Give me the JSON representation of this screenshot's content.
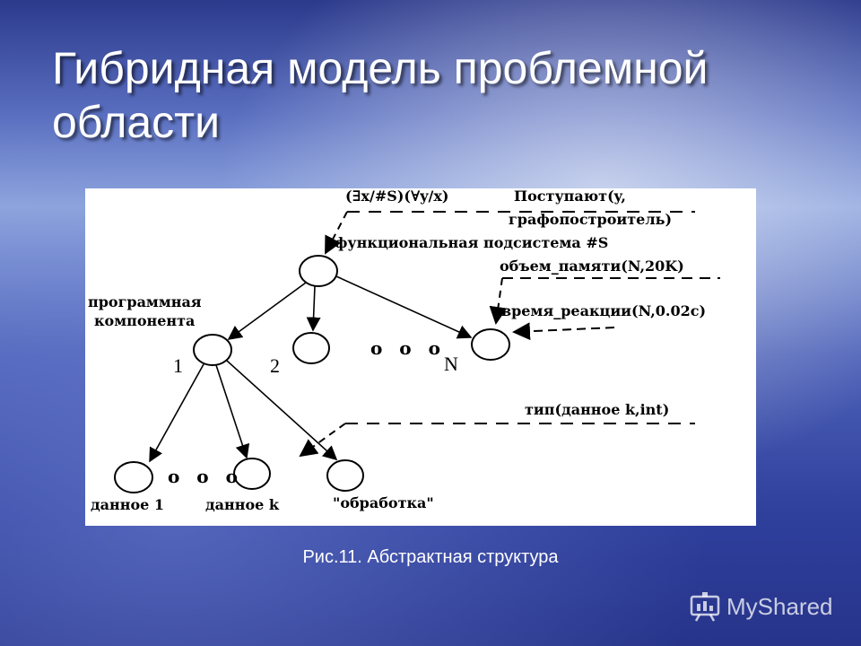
{
  "slide": {
    "title": "Гибридная модель проблемной области",
    "caption": "Рис.11. Абстрактная структура"
  },
  "diagram": {
    "quantifier": "(∃x/#S)(∀y/x)",
    "relation": "Поступают(y,",
    "relation_cont": "графопостроитель)",
    "subsystem": "функциональная подсистема #S",
    "memory": "объем_памяти(N,20K)",
    "reaction": "время_реакции(N,0.02c)",
    "component_line1": "программная",
    "component_line2": "компонента",
    "node_1": "1",
    "node_2": "2",
    "node_n": "N",
    "dots_top": "o o o",
    "dots_bottom": "o o o",
    "type": "тип(данное k,int)",
    "data_1": "данное 1",
    "data_k": "данное k",
    "processing": "\"обработка\""
  },
  "watermark": {
    "brand": "MyShared",
    "icon": "presentation-board-icon"
  }
}
